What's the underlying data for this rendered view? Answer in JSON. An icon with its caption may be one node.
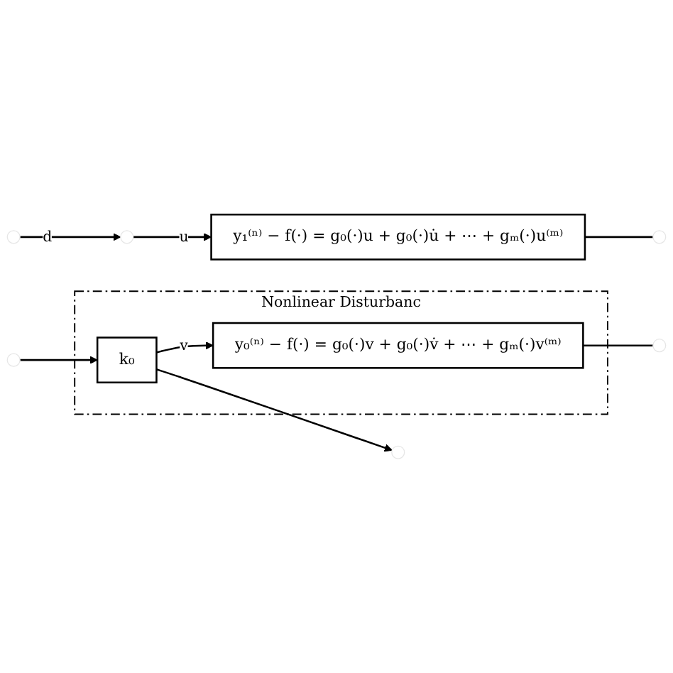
{
  "diagram": {
    "nodes": [
      {
        "text": [],
        "shape": "circle"
      },
      {
        "text": [
          "y₁⁽ⁿ⁾ − f(·) = g₀(·)u + g₀(·)u̇ + ⋯ + gₘ(·)u⁽ᵐ⁾"
        ]
      },
      {
        "text": [
          "Nonlinear Disturbanc"
        ]
      },
      {
        "text": [
          "k₀"
        ],
        "in": 2
      },
      {
        "text": [
          "y₀⁽ⁿ⁾ − f(·) = g₀(·)v + g₀(·)v̇ + ⋯ + gₘ(·)v⁽ᵐ⁾"
        ],
        "in": 2
      },
      {
        "text": [],
        "shape": "circle"
      }
    ],
    "edges": [
      {
        "from": null,
        "to": 0,
        "arrow": "to",
        "label": "d"
      },
      {
        "from": 0,
        "to": 1,
        "arrow": "to",
        "label": "u"
      },
      {
        "from": 1,
        "to": null,
        "arrow": "none"
      },
      {
        "from": null,
        "to": 3,
        "arrow": "to"
      },
      {
        "from": 3,
        "to": 5,
        "arrow": "to"
      },
      {
        "from": 3,
        "to": 4,
        "arrow": "to",
        "label": "v"
      },
      {
        "from": 4,
        "to": null,
        "arrow": "none"
      }
    ]
  }
}
